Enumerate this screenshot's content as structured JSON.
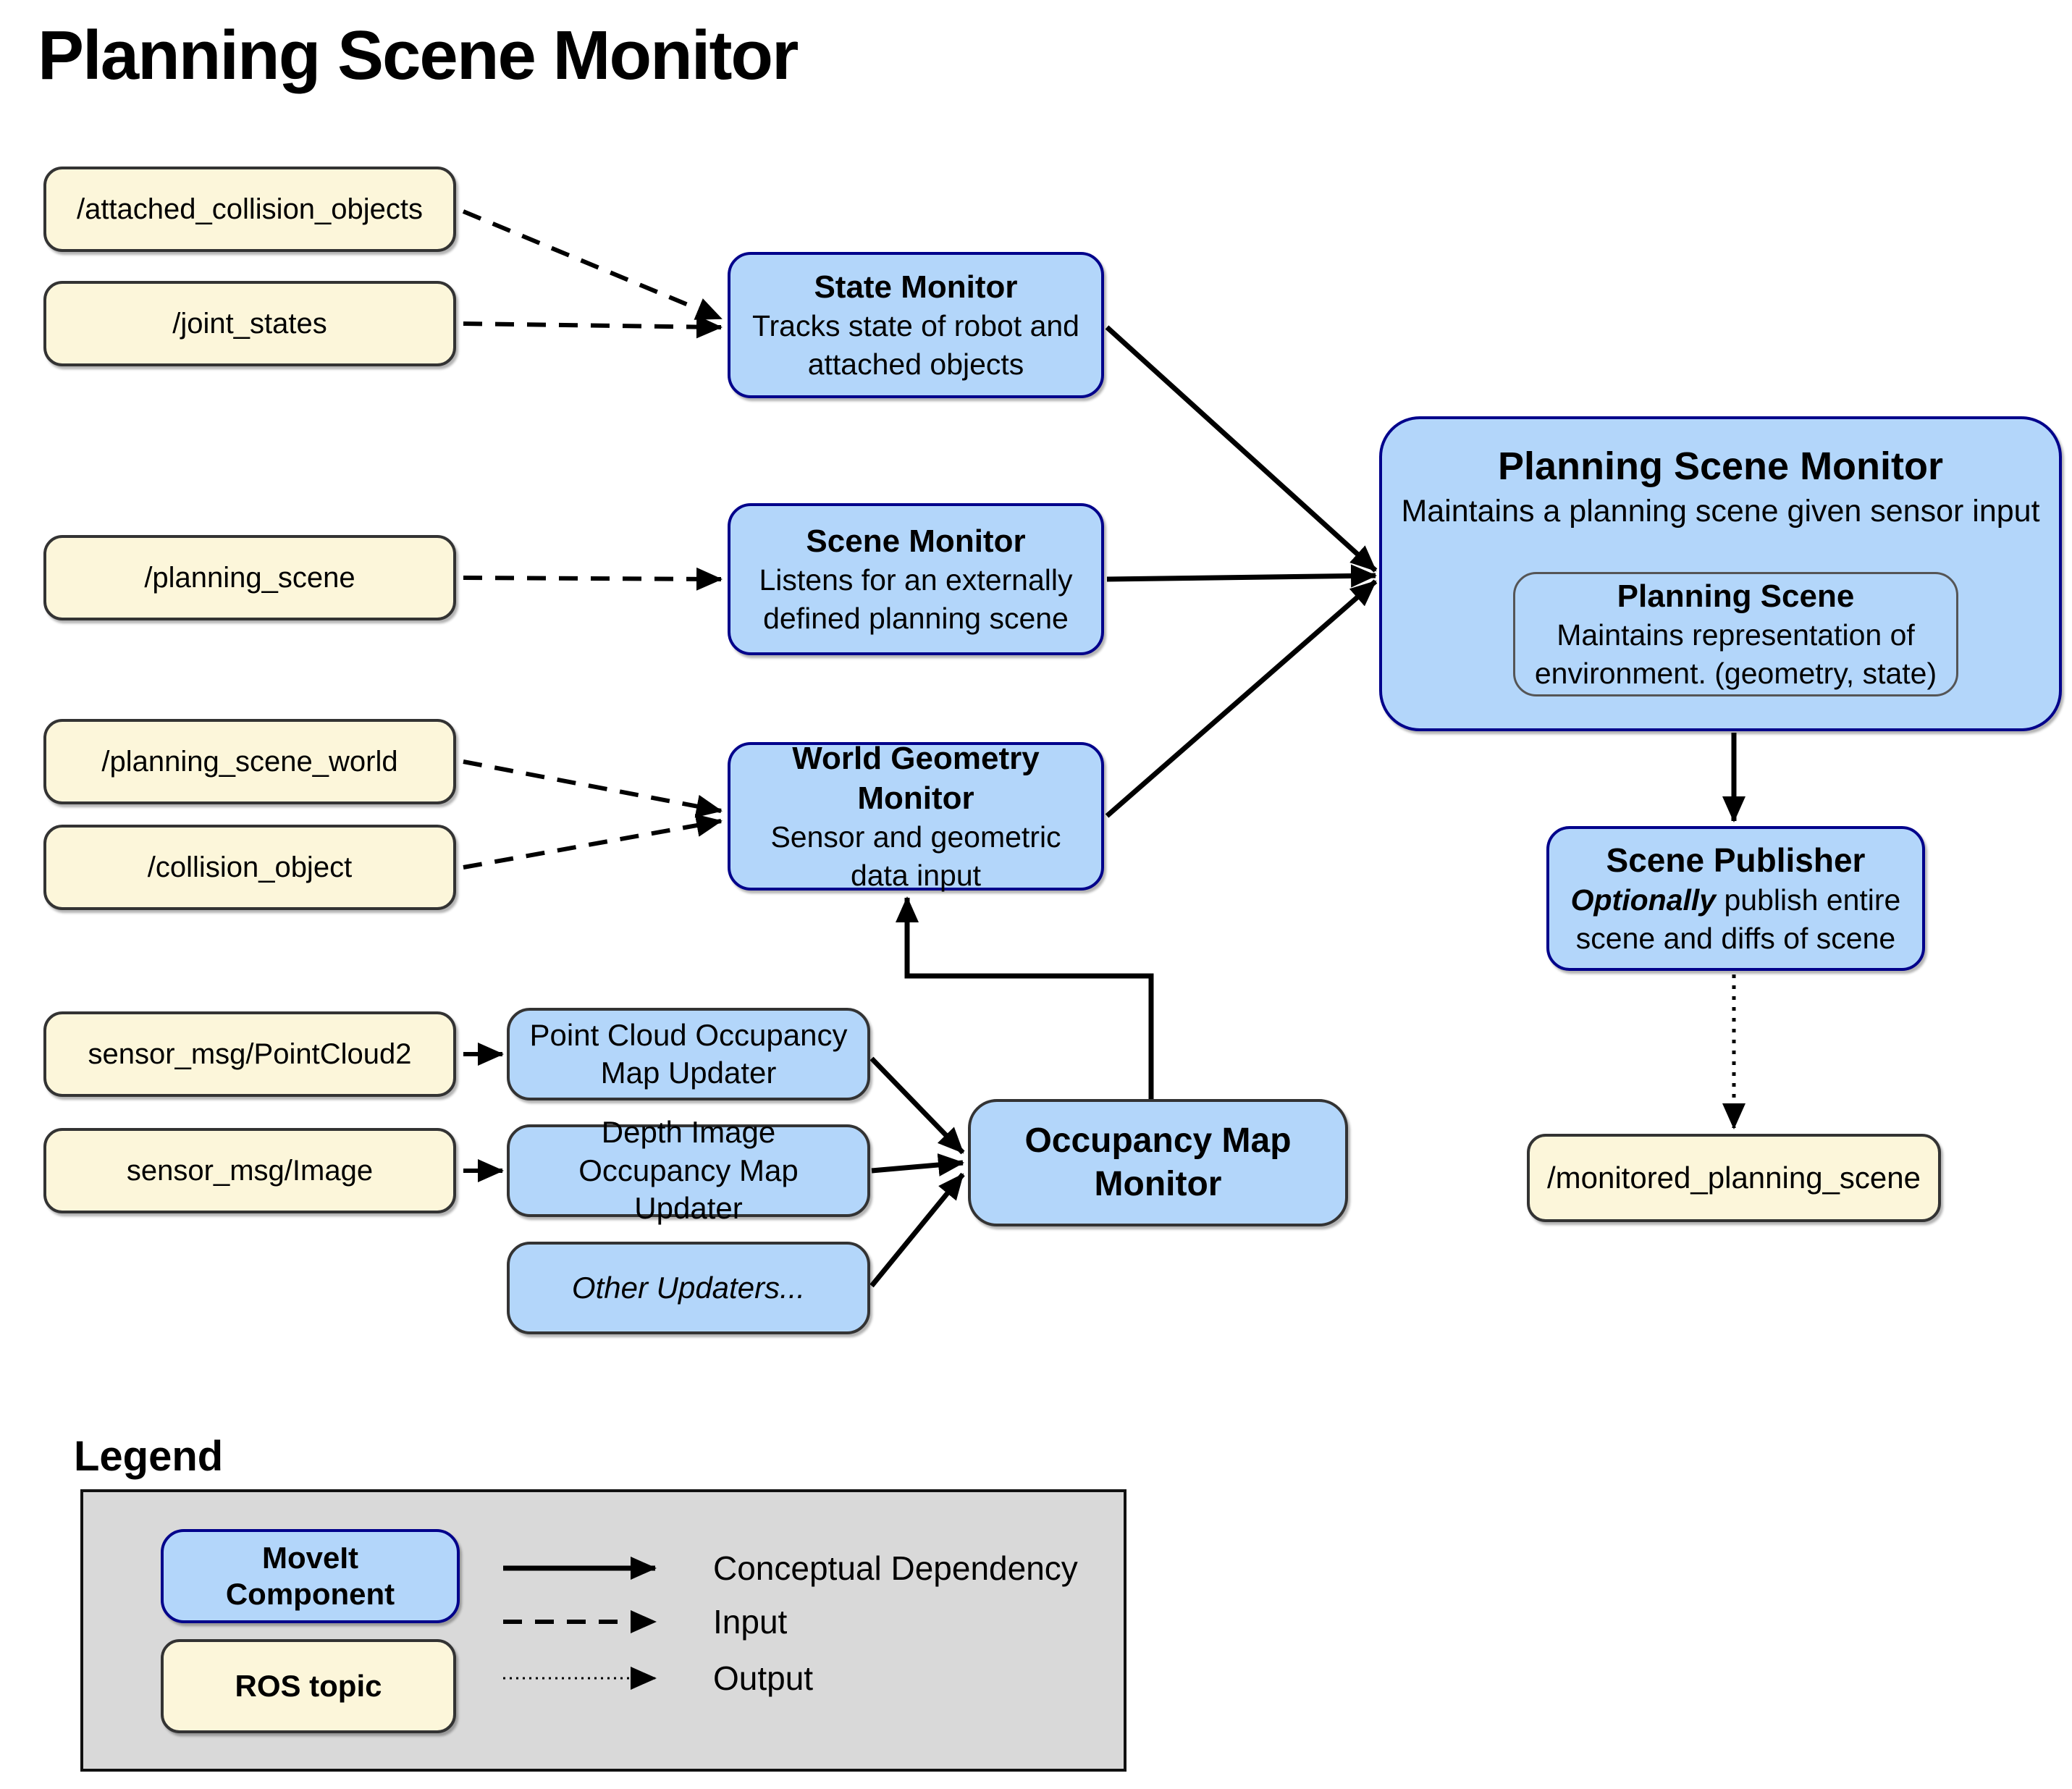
{
  "page_title": "Planning Scene Monitor",
  "colors": {
    "component_fill": "#B3D6FA",
    "component_border": "#00008B",
    "topic_fill": "#FCF6DA",
    "topic_border": "#333333",
    "legend_panel_fill": "#D9D9D9",
    "arrow_color": "#000000"
  },
  "nodes": {
    "attached_collision_objects": {
      "label": "/attached_collision_objects"
    },
    "joint_states": {
      "label": "/joint_states"
    },
    "planning_scene_topic": {
      "label": "/planning_scene"
    },
    "planning_scene_world": {
      "label": "/planning_scene_world"
    },
    "collision_object": {
      "label": "/collision_object"
    },
    "pointcloud2": {
      "label": "sensor_msg/PointCloud2"
    },
    "sensor_image": {
      "label": "sensor_msg/Image"
    },
    "state_monitor": {
      "title": "State Monitor",
      "body": "Tracks state of robot and attached objects"
    },
    "scene_monitor": {
      "title": "Scene Monitor",
      "body": "Listens for an externally defined planning scene"
    },
    "world_geometry_monitor": {
      "title": "World Geometry Monitor",
      "body": "Sensor and geometric data input"
    },
    "point_cloud_updater": {
      "label": "Point Cloud Occupancy Map Updater"
    },
    "depth_image_updater": {
      "label": "Depth Image Occupancy Map Updater"
    },
    "other_updaters": {
      "label": "Other Updaters..."
    },
    "occupancy_map_monitor": {
      "title": "Occupancy Map Monitor"
    },
    "planning_scene_monitor": {
      "title": "Planning Scene Monitor",
      "body": "Maintains a planning scene given sensor input"
    },
    "planning_scene": {
      "title": "Planning Scene",
      "body": "Maintains representation of environment. (geometry, state)"
    },
    "scene_publisher": {
      "title": "Scene Publisher",
      "body_emphasis": "Optionally",
      "body_rest": " publish entire scene and diffs of scene"
    },
    "monitored_planning_scene": {
      "label": "/monitored_planning_scene"
    }
  },
  "legend": {
    "heading": "Legend",
    "component_label": "MoveIt Component",
    "topic_label": "ROS topic",
    "items": [
      {
        "style": "solid",
        "label": "Conceptual Dependency"
      },
      {
        "style": "dashed",
        "label": "Input"
      },
      {
        "style": "dotted",
        "label": "Output"
      }
    ]
  }
}
